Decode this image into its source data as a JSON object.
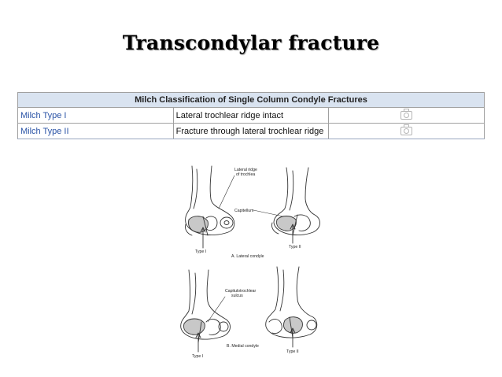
{
  "title": "Transcondylar fracture",
  "table": {
    "header": "Milch Classification of Single Column Condyle Fractures",
    "rows": [
      {
        "type": "Milch Type I",
        "description": "Lateral trochlear ridge intact",
        "icon": "camera-icon"
      },
      {
        "type": "Milch Type II",
        "description": "Fracture through lateral trochlear ridge",
        "icon": "camera-icon"
      }
    ]
  },
  "figure": {
    "labels": {
      "lateral_ridge_line1": "Lateral ridge",
      "lateral_ridge_line2": "of trochlea",
      "capitellum": "Capitellum",
      "type1_a": "Type I",
      "type2_a": "Type II",
      "caption_a": "A. Lateral condyle",
      "capitulotrochlear_line1": "Capitulotrochlear",
      "capitulotrochlear_line2": "sulcus",
      "type1_b": "Type I",
      "type2_b": "Type II",
      "caption_b": "B. Medial condyle"
    }
  }
}
